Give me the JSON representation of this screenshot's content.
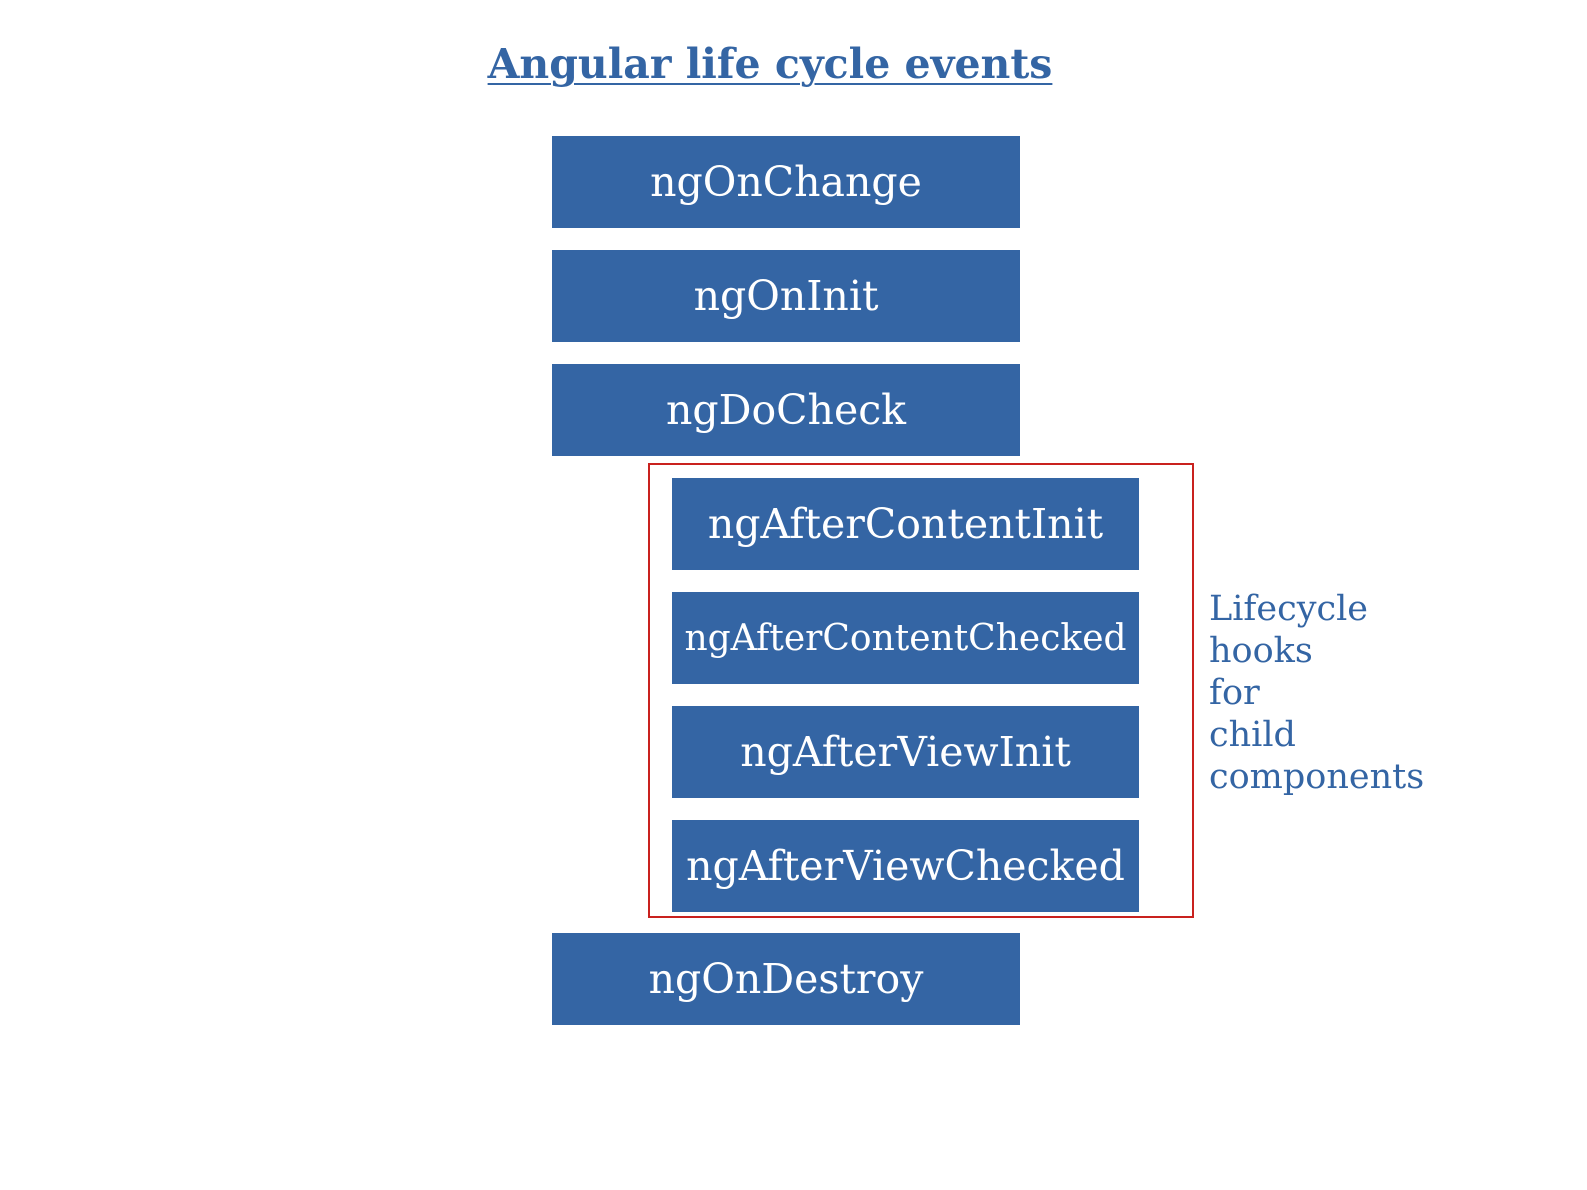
{
  "title": "Angular life cycle events",
  "colors": {
    "box_fill": "#3465a4",
    "box_text": "#ffffff",
    "group_border": "#c9211e",
    "title_text": "#3465a4"
  },
  "hooks_before": [
    "ngOnChange",
    "ngOnInit",
    "ngDoCheck"
  ],
  "child_hooks": [
    "ngAfterContentInit",
    "ngAfterContentChecked",
    "ngAfterViewInit",
    "ngAfterViewChecked"
  ],
  "hooks_after": [
    "ngOnDestroy"
  ],
  "group_note": [
    "Lifecycle",
    "hooks",
    "for",
    "child",
    "components"
  ]
}
